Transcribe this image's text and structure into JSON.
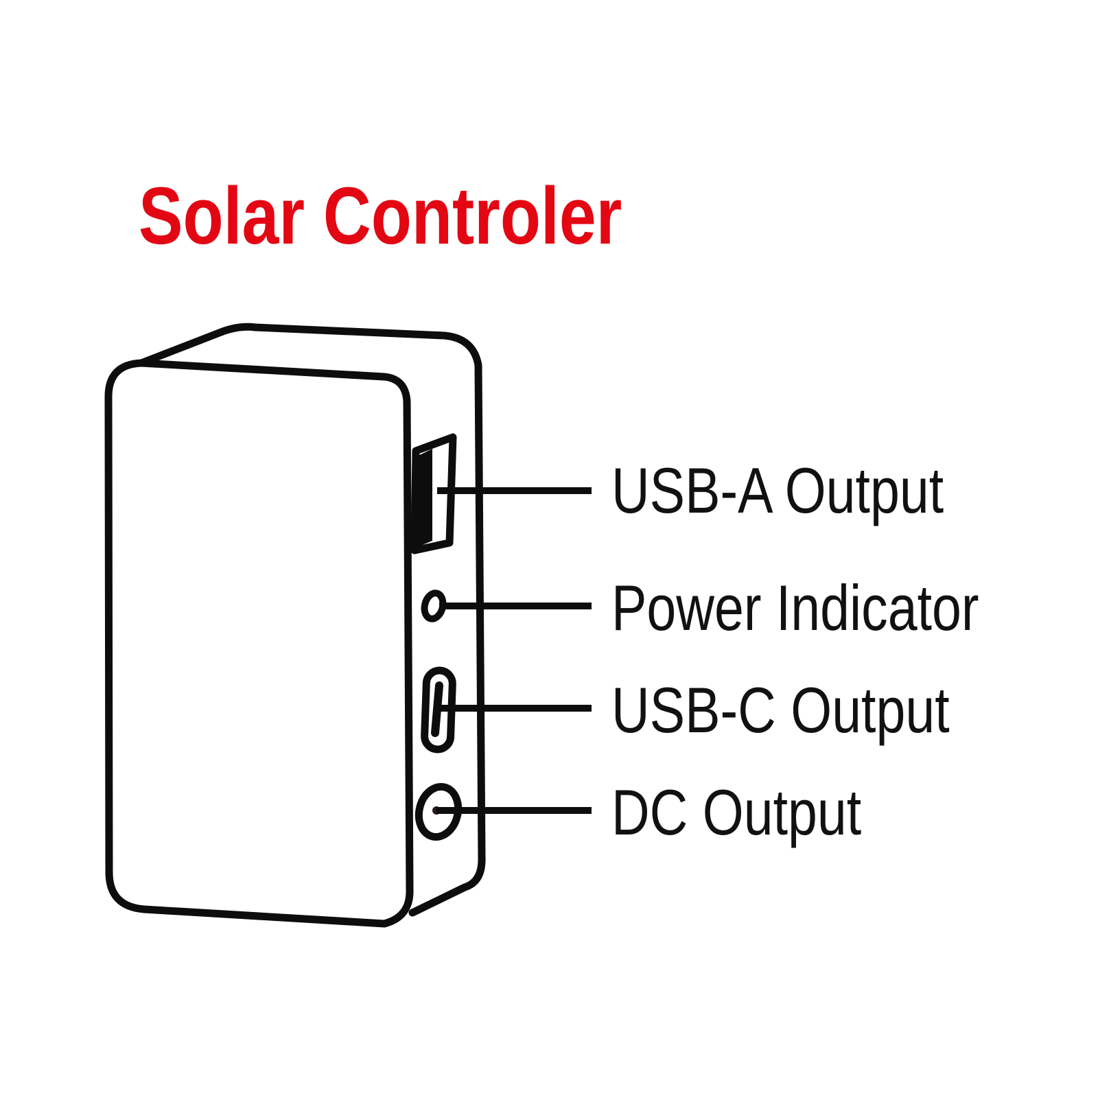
{
  "figure": {
    "title": "Solar Controler"
  },
  "callouts": [
    {
      "label": "USB-A Output",
      "icon": "usb-a-port-icon"
    },
    {
      "label": "Power Indicator",
      "icon": "power-indicator-led-icon"
    },
    {
      "label": "USB-C Output",
      "icon": "usb-c-port-icon"
    },
    {
      "label": "DC Output",
      "icon": "dc-output-port-icon"
    }
  ],
  "colors": {
    "line": "#0d0d0d",
    "text": "#111111",
    "title": "#e30613",
    "background": "#ffffff",
    "dc_pin_dot": "#2b1b1b"
  }
}
